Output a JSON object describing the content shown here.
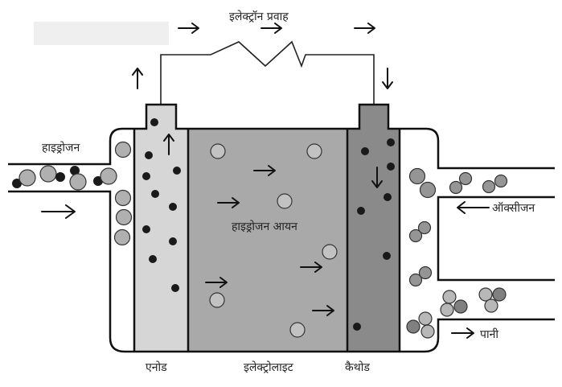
{
  "title": "Fuel cell diagram",
  "labels": {
    "electron_flow": "इलेक्ट्रॉन प्रवाह",
    "hydrogen": "हाइड्रोजन",
    "hydrogen_ions": "हाइड्रोजन आयन",
    "oxygen": "ऑक्सीजन",
    "water": "पानी",
    "anode": "एनोड",
    "electrolyte": "इलेक्ट्रोलाइट",
    "cathode": "कैथोड"
  },
  "colors": {
    "anode_fill": "#d6d6d6",
    "electrolyte_fill": "#a9a9a9",
    "cathode_fill": "#8a8a8a",
    "electron_dot": "#1a1a1a",
    "hydrogen_molecule": "#b0b0b0",
    "oxygen_molecule": "#959595",
    "ion_fill": "#c2c2c2",
    "outline": "#111111",
    "redacted_box": "#f0f0f0"
  },
  "components": [
    {
      "id": "anode",
      "label_key": "anode"
    },
    {
      "id": "electrolyte",
      "label_key": "electrolyte"
    },
    {
      "id": "cathode",
      "label_key": "cathode"
    },
    {
      "id": "resistor",
      "label_key": "electron_flow"
    }
  ],
  "flows": [
    {
      "from": "hydrogen-inlet",
      "to": "anode",
      "label_key": "hydrogen"
    },
    {
      "from": "anode",
      "to": "cathode",
      "via": "electrolyte",
      "label_key": "hydrogen_ions"
    },
    {
      "from": "oxygen-inlet",
      "to": "cathode",
      "label_key": "oxygen"
    },
    {
      "from": "cathode",
      "to": "water-outlet",
      "label_key": "water"
    },
    {
      "from": "anode",
      "to": "cathode",
      "via": "external-circuit",
      "label_key": "electron_flow"
    }
  ]
}
